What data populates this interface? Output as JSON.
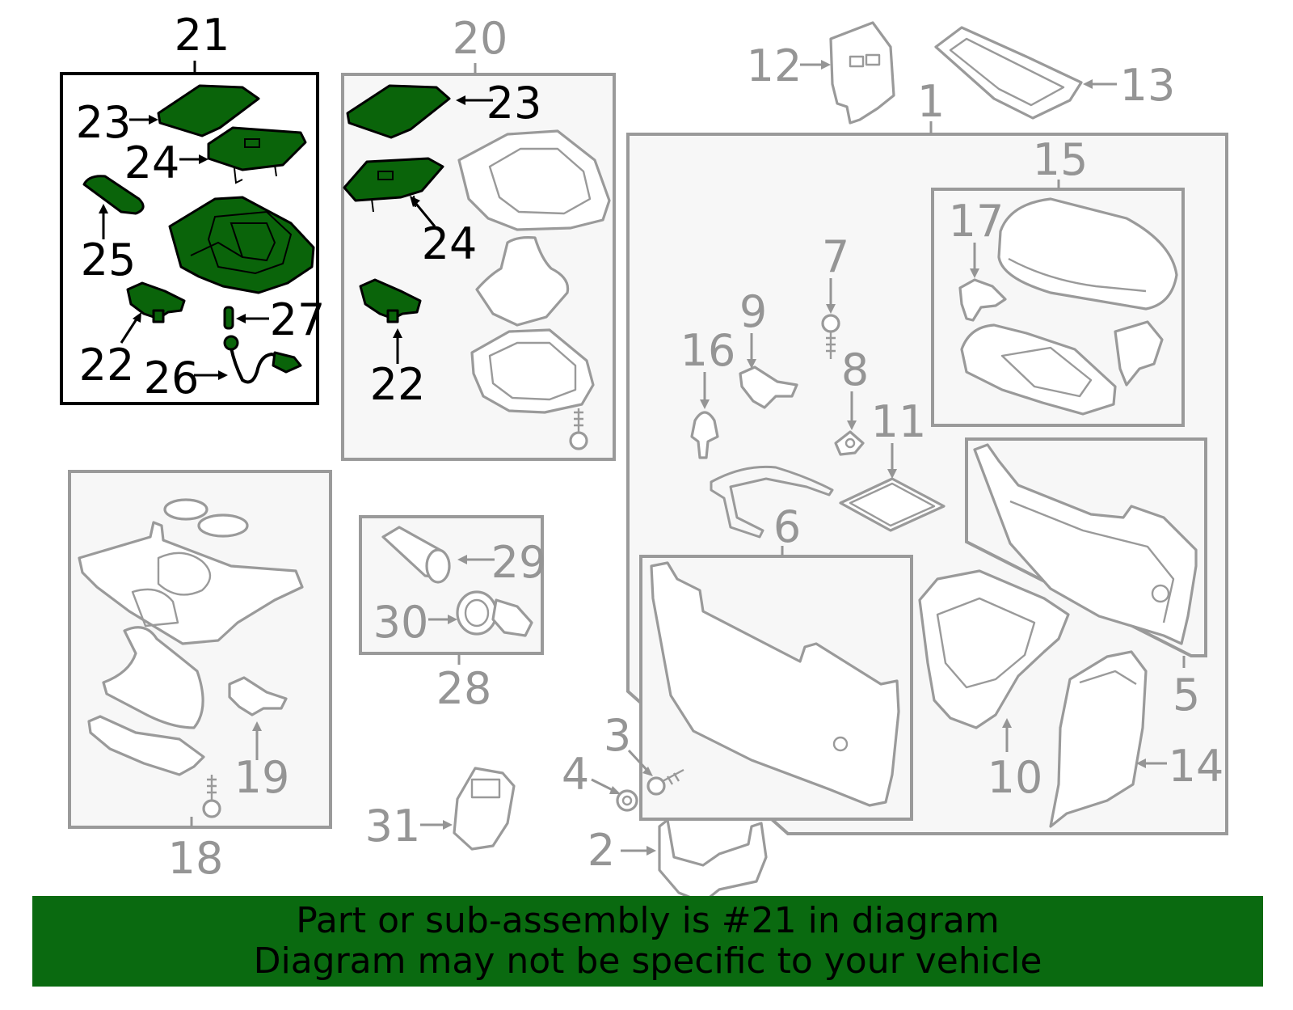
{
  "callouts": {
    "c1": "1",
    "c2": "2",
    "c3": "3",
    "c4": "4",
    "c5": "5",
    "c6": "6",
    "c7": "7",
    "c8": "8",
    "c9": "9",
    "c10": "10",
    "c11": "11",
    "c12": "12",
    "c13": "13",
    "c14": "14",
    "c15": "15",
    "c16": "16",
    "c17": "17",
    "c18": "18",
    "c19": "19",
    "c20": "20",
    "c21": "21",
    "c22a": "22",
    "c22b": "22",
    "c23a": "23",
    "c23b": "23",
    "c24a": "24",
    "c24b": "24",
    "c25": "25",
    "c26": "26",
    "c27": "27",
    "c28": "28",
    "c29": "29",
    "c30": "30",
    "c31": "31"
  },
  "highlight": {
    "assembly": "21",
    "color": "#0a640a"
  },
  "footer": {
    "line1": "Part or sub-assembly is #21 in diagram",
    "line2": "Diagram may not be specific to your vehicle",
    "background": "#0a6a10"
  }
}
